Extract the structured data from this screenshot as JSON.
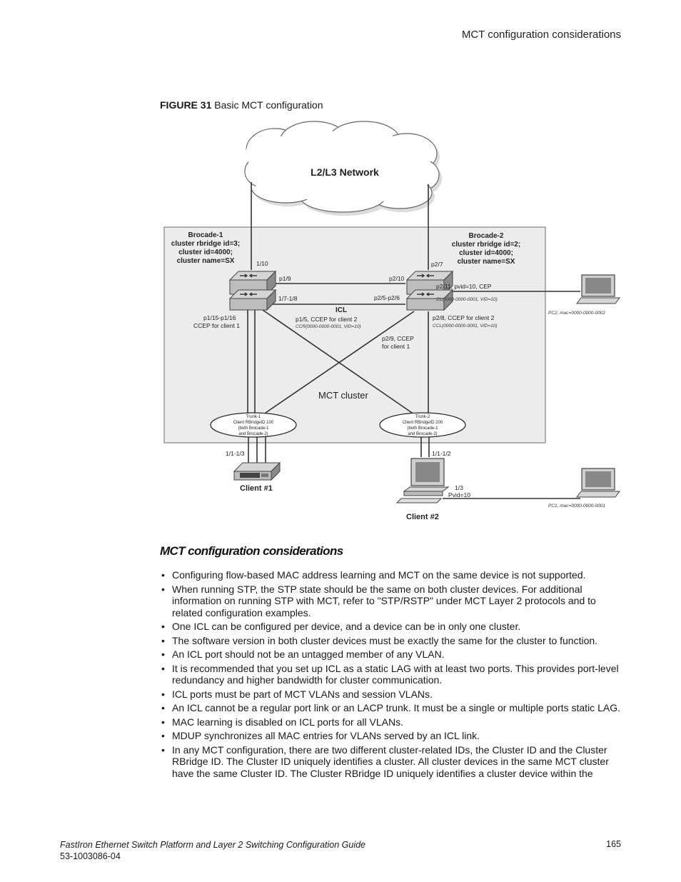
{
  "header": {
    "running_title": "MCT configuration considerations"
  },
  "figure": {
    "number_label": "FIGURE 31",
    "caption": "Basic MCT configuration",
    "network_cloud": "L2/L3 Network",
    "brocade1": [
      "Brocade-1",
      "cluster rbridge id=3;",
      "cluster id=4000;",
      "cluster name=SX"
    ],
    "brocade2": [
      "Brocade-2",
      "cluster rbridge id=2;",
      "cluster id=4000;",
      "cluster name=SX"
    ],
    "port_b1_uplink": "1/10",
    "port_b2_uplink": "p2/7",
    "port_b1_icl_top": "p1/9",
    "port_b2_icl_top": "p2/10",
    "port_b1_icl_lag": "1/7-1/8",
    "port_b2_icl_lag": "p2/5-p2/6",
    "icl_label": "ICL",
    "b2_cep": "p2/11, pvid=10, CEP",
    "b2_cl": "CL(0000-0000-0001, VID=10)",
    "pc2_label": "PC2, mac=0000-0000-0002",
    "b1_ccep": [
      "p1/15-p1/16",
      "CCEP for client 1"
    ],
    "b1_ccep_client2": "p1/5, CCEP for client 2",
    "b1_ccr": "CCR(0000-0000-0001, VID=10)",
    "b2_ccep_client2": "p2/8, CCEP for client 2",
    "b2_ccl": "CCL(0000-0000-0001, VID=10)",
    "b2_ccep_client1": [
      "p2/9, CCEP",
      "for client 1"
    ],
    "cluster_label": "MCT cluster",
    "trunk1": [
      "Trunk-1",
      "Client RBridgeID 100",
      "(both Brocade-1",
      "and Brocade-2)"
    ],
    "trunk2": [
      "Trunk-2",
      "Client RBridgeID 200",
      "(both Brocade-1",
      "and Brocade-2)"
    ],
    "client1_ports": "1/1-1/3",
    "client2_ports": "1/1-1/2",
    "client1_label": "Client #1",
    "client2_label": "Client #2",
    "client2_port": [
      "1/3",
      "Pvid=10"
    ],
    "pc1_label": "PC1, mac=0000-0000-0001"
  },
  "section": {
    "heading": "MCT configuration considerations",
    "bullets": [
      "Configuring flow-based MAC address learning and MCT on the same device is not supported.",
      "When running STP, the STP state should be the same on both cluster devices. For additional information on running STP with MCT, refer to \"STP/RSTP\" under MCT Layer 2 protocols and to related configuration examples.",
      "One ICL can be configured per device, and a device can be in only one cluster.",
      "The software version in both cluster devices must be exactly the same for the cluster to function.",
      "An ICL port should not be an untagged member of any VLAN.",
      "It is recommended that you set up ICL as a static LAG with at least two ports. This provides port-level redundancy and higher bandwidth for cluster communication.",
      "ICL ports must be part of MCT VLANs and session VLANs.",
      "An ICL cannot be a regular port link or an LACP trunk. It must be a single or multiple ports static LAG.",
      "MAC learning is disabled on ICL ports for all VLANs.",
      "MDUP synchronizes all MAC entries for VLANs served by an ICL link.",
      "In any MCT configuration, there are two different cluster-related IDs, the Cluster ID and the Cluster RBridge ID. The Cluster ID uniquely identifies a cluster. All cluster devices in the same MCT cluster have the same Cluster ID. The Cluster RBridge ID uniquely identifies a cluster device within the"
    ]
  },
  "footer": {
    "doc_title": "FastIron Ethernet Switch Platform and Layer 2 Switching Configuration Guide",
    "doc_number": "53-1003086-04",
    "page_number": "165"
  }
}
